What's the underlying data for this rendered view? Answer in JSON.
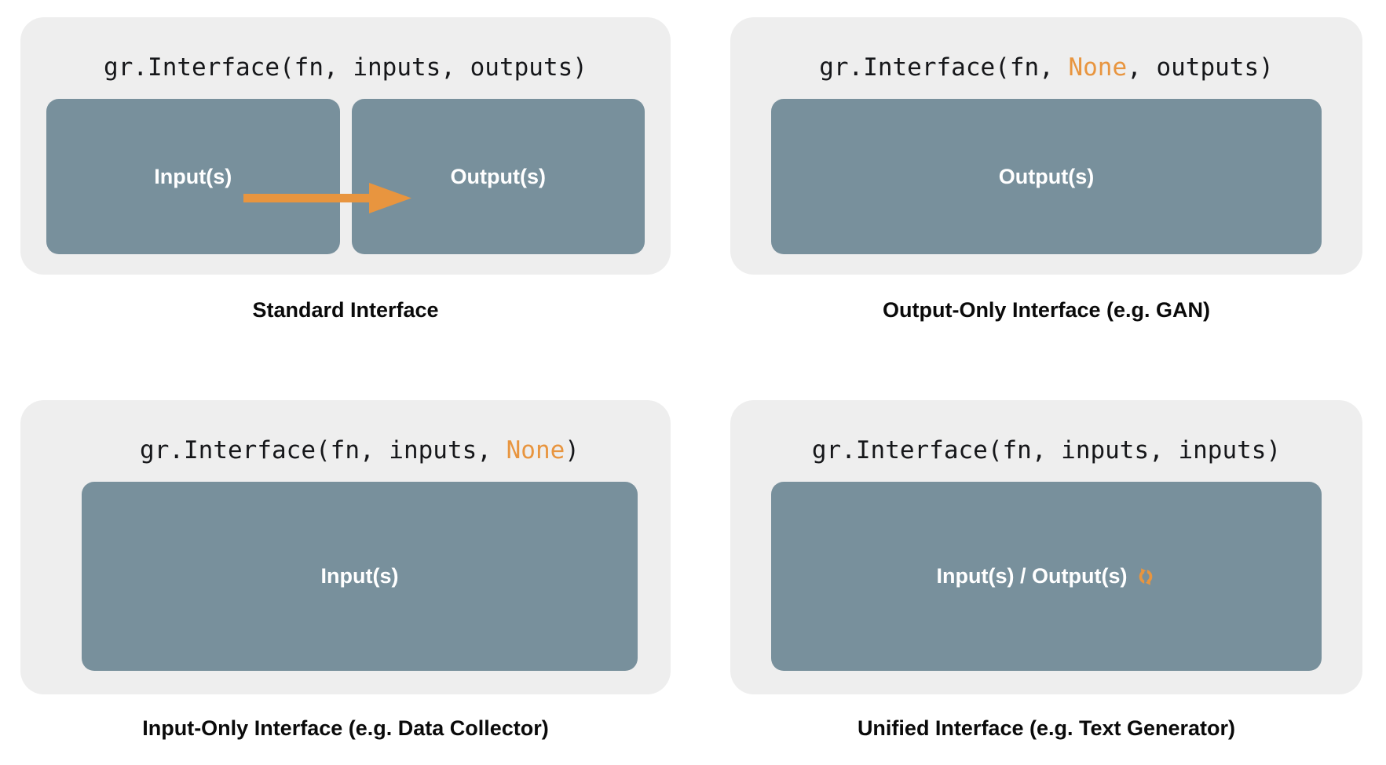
{
  "colors": {
    "page_background": "#ffffff",
    "card_background": "#eeeeee",
    "box_fill": "#78909c",
    "accent_orange": "#e8953f",
    "code_text": "#16171a",
    "caption_text": "#0a0a0a",
    "box_label_text": "#ffffff"
  },
  "panels": [
    {
      "id": "standard",
      "code": {
        "prefix": "gr.Interface(fn, inputs, outputs)",
        "highlight": "",
        "suffix": ""
      },
      "boxes": [
        {
          "label": "Input(s)"
        },
        {
          "label": "Output(s)"
        }
      ],
      "arrow": {
        "name": "flow-arrow",
        "direction": "right",
        "color": "#e8953f"
      },
      "caption": "Standard Interface"
    },
    {
      "id": "output-only",
      "code": {
        "prefix": "gr.Interface(fn, ",
        "highlight": "None",
        "suffix": ", outputs)"
      },
      "boxes": [
        {
          "label": "Output(s)"
        }
      ],
      "caption": "Output-Only Interface (e.g. GAN)"
    },
    {
      "id": "input-only",
      "code": {
        "prefix": "gr.Interface(fn, inputs, ",
        "highlight": "None",
        "suffix": ")"
      },
      "boxes": [
        {
          "label": "Input(s)"
        }
      ],
      "caption": "Input-Only Interface (e.g. Data Collector)"
    },
    {
      "id": "unified",
      "code": {
        "prefix": "gr.Interface(fn, inputs, inputs)",
        "highlight": "",
        "suffix": ""
      },
      "boxes": [
        {
          "label": "Input(s) / Output(s)",
          "icon": "cycle-icon"
        }
      ],
      "caption": "Unified Interface (e.g. Text Generator)"
    }
  ]
}
